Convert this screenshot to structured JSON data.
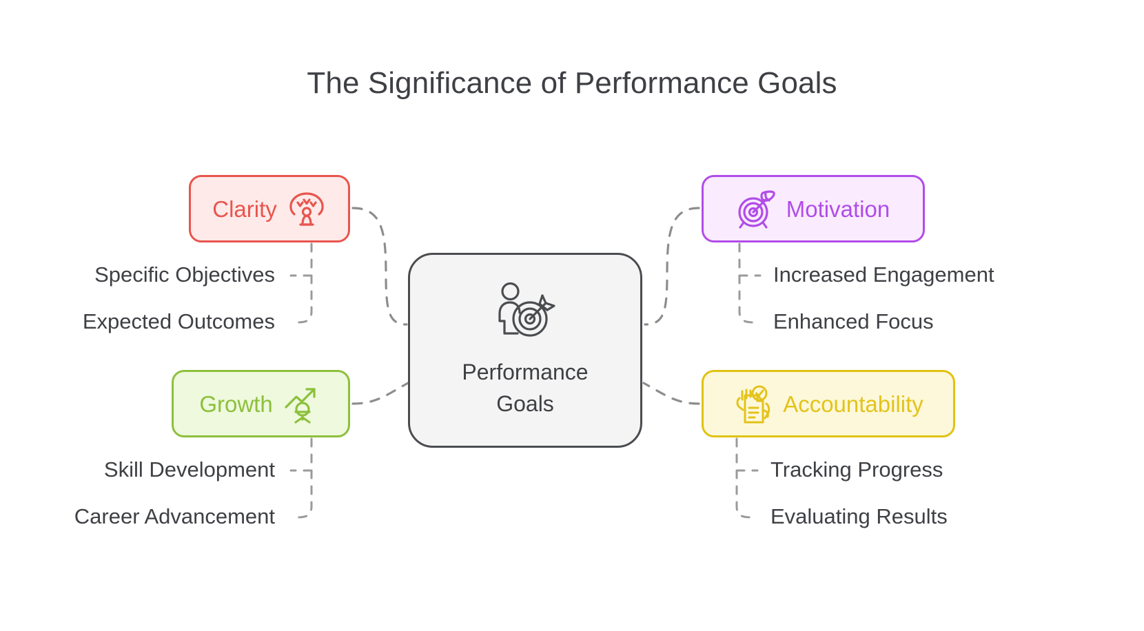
{
  "page": {
    "title": "The Significance of Performance Goals",
    "background_color": "#ffffff",
    "text_color": "#3e4044"
  },
  "center": {
    "label": "Performance\nGoals",
    "icon": "person-with-target-icon",
    "border_color": "#4a4c50",
    "fill_color": "#f4f4f4"
  },
  "connectors": {
    "color": "#8d8d8d",
    "style": "dashed"
  },
  "branches": [
    {
      "id": "clarity",
      "label": "Clarity",
      "icon": "insight-beacon-icon",
      "icon_side": "right",
      "accent_color": "#e8554e",
      "fill_color": "#fdeae9",
      "side": "left",
      "children": [
        "Specific Objectives",
        "Expected Outcomes"
      ]
    },
    {
      "id": "growth",
      "label": "Growth",
      "icon": "growth-arrow-person-icon",
      "icon_side": "right",
      "accent_color": "#8cc03c",
      "fill_color": "#eef9dd",
      "side": "left",
      "children": [
        "Skill Development",
        "Career Advancement"
      ]
    },
    {
      "id": "motivation",
      "label": "Motivation",
      "icon": "target-arrow-icon",
      "icon_side": "left",
      "accent_color": "#b14ce8",
      "fill_color": "#faecfe",
      "side": "right",
      "children": [
        "Increased Engagement",
        "Enhanced Focus"
      ]
    },
    {
      "id": "accountability",
      "label": "Accountability",
      "icon": "checklist-hands-icon",
      "icon_side": "left",
      "accent_color": "#e3c31b",
      "fill_color": "#fdf8da",
      "side": "right",
      "children": [
        "Tracking Progress",
        "Evaluating Results"
      ]
    }
  ],
  "leaves": {
    "clarity_1": "Specific Objectives",
    "clarity_2": "Expected Outcomes",
    "growth_1": "Skill Development",
    "growth_2": "Career Advancement",
    "motivation_1": "Increased Engagement",
    "motivation_2": "Enhanced Focus",
    "accountability_1": "Tracking Progress",
    "accountability_2": "Evaluating Results"
  }
}
